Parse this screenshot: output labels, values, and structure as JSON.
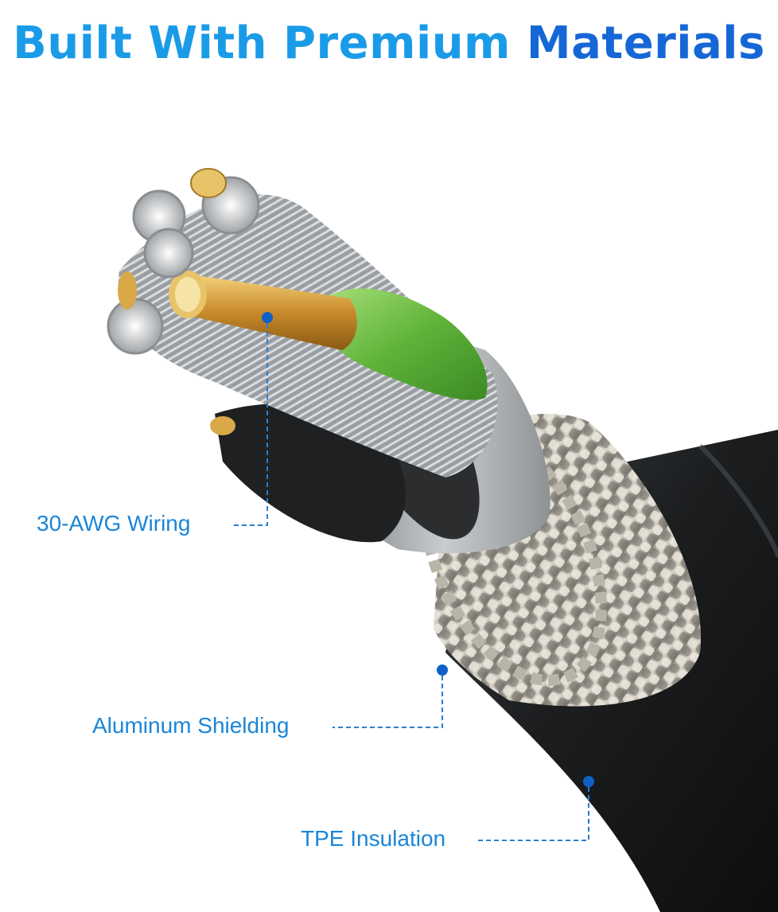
{
  "headline": {
    "word1": "Built",
    "word2": "With",
    "word3": "Premium",
    "word4": "Materials"
  },
  "callouts": [
    {
      "label": "30-AWG Wiring"
    },
    {
      "label": "Aluminum Shielding"
    },
    {
      "label": "TPE Insulation"
    }
  ],
  "colors": {
    "headline_light": "#1a9be8",
    "headline_dark": "#1667d6",
    "label": "#1a86d8",
    "dot": "#1060c8",
    "dash": "#2a7fd0",
    "jacket": "#1b1d1f",
    "braid": "#c8c3b6",
    "foil": "#a9acae",
    "copper_inner": "#d7a64a",
    "green_sleeve": "#5fb33a"
  }
}
